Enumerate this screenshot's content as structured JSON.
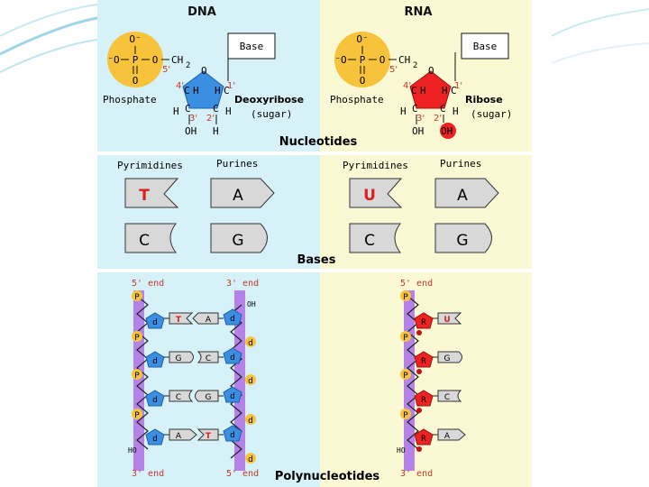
{
  "headers": {
    "dna": "DNA",
    "rna": "RNA"
  },
  "nucleotides": {
    "title": "Nucleotides",
    "phosphate_label": "Phosphate",
    "base_label": "Base",
    "dna_sugar": "Deoxyribose",
    "rna_sugar": "Ribose",
    "sugar_note": "(sugar)",
    "atoms": {
      "o_minus": "O⁻",
      "o_minus_left": "⁻O",
      "p": "P",
      "o": "O",
      "ch2": "CH",
      "sub2": "2",
      "h": "H",
      "c": "C",
      "oh": "OH",
      "p5": "5'",
      "p4": "4'",
      "p3": "3'",
      "p2": "2'",
      "p1": "1'"
    }
  },
  "bases": {
    "title": "Bases",
    "pyrimidines": "Pyrimidines",
    "purines": "Purines",
    "dna_pyr": [
      "T",
      "C"
    ],
    "dna_pur": [
      "A",
      "G"
    ],
    "rna_pyr": [
      "U",
      "C"
    ],
    "rna_pur": [
      "A",
      "G"
    ]
  },
  "polynucleotides": {
    "title": "Polynucleotides",
    "five_end": "5' end",
    "three_end": "3' end",
    "oh": "OH",
    "ho": "HO",
    "p": "P",
    "d": "d",
    "r": "R",
    "dna_left_bases": [
      "T",
      "G",
      "C",
      "A"
    ],
    "dna_right_bases": [
      "A",
      "C",
      "G",
      "T"
    ],
    "rna_bases": [
      "U",
      "G",
      "C",
      "A"
    ]
  },
  "colors": {
    "dna_bg": "#d7f1f8",
    "rna_bg": "#fbf9d3",
    "phosphate": "#f7c33b",
    "deoxyribose": "#3b8fe3",
    "ribose": "#ee2222",
    "backbone": "#b583e8",
    "base_fill": "#d8d8d8",
    "thymine": "#d91f1f",
    "uracil": "#d91f1f"
  }
}
